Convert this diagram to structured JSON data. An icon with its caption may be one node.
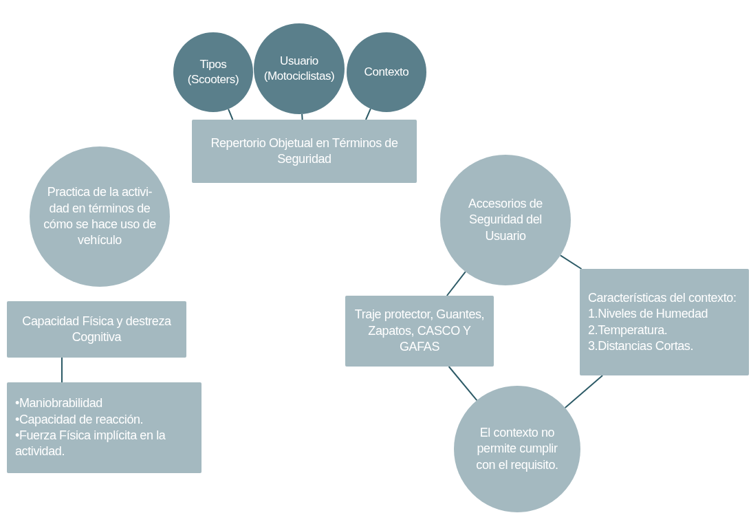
{
  "diagram": {
    "nodes": [
      {
        "text": [
          "Tipos (Scooters)"
        ]
      },
      {
        "text": [
          "Usuario (Motociclistas)"
        ]
      },
      {
        "text": [
          "Contexto"
        ]
      },
      {
        "text": [
          "Repertorio Objetual en Términos de Seguridad"
        ]
      },
      {
        "text": [
          "Practica de la activi-dad en términos de cómo se hace uso de vehículo"
        ]
      },
      {
        "text": [
          "Capacidad Física y destreza Cognitiva"
        ]
      },
      {
        "text": [
          "•Maniobrabilidad",
          "•Capacidad de reacción.",
          "•Fuerza Física implícita en la actividad."
        ]
      },
      {
        "text": [
          "Accesorios de Seguridad del Usuario"
        ]
      },
      {
        "text": [
          "Traje protector, Guantes, Zapatos, CASCO Y GAFAS"
        ]
      },
      {
        "text": [
          "Características del contexto:",
          "1.Niveles de Humedad",
          "2.Temperatura.",
          "3.Distancias Cortas."
        ]
      },
      {
        "text": [
          "El contexto no permite cumplir con el requisito."
        ]
      }
    ],
    "edges": [
      {
        "from": 0,
        "to": 3,
        "arrow": "none"
      },
      {
        "from": 1,
        "to": 3,
        "arrow": "none"
      },
      {
        "from": 2,
        "to": 3,
        "arrow": "none"
      },
      {
        "from": 5,
        "to": 6,
        "arrow": "none"
      },
      {
        "from": 7,
        "to": 8,
        "arrow": "none"
      },
      {
        "from": 7,
        "to": 9,
        "arrow": "none"
      },
      {
        "from": 8,
        "to": 10,
        "arrow": "none"
      },
      {
        "from": 9,
        "to": 10,
        "arrow": "none"
      }
    ]
  }
}
